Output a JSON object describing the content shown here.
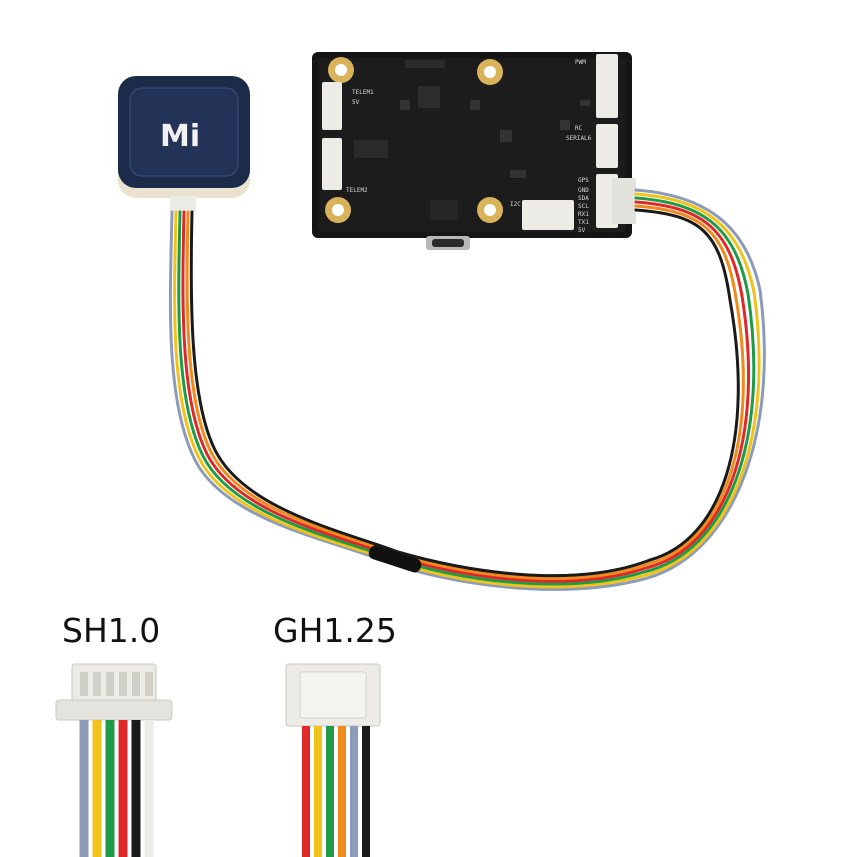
{
  "labels": {
    "sh": "SH1.0",
    "gh": "GH1.25"
  },
  "gps_module": {
    "logo_text": "Mi"
  },
  "board": {
    "silkscreen": {
      "pwm": "PWM",
      "telem1": "TELEM1",
      "telem2": "TELEM2",
      "rc": "RC",
      "serial6": "SERIAL6",
      "gps": "GPS",
      "i2c": "I2C",
      "gnd_5v": "5V",
      "gps_pins": [
        "GND",
        "SDA",
        "SCL",
        "RX1",
        "TX1",
        "5V"
      ]
    }
  },
  "colors": {
    "background": "#ffffff",
    "board": "#151515",
    "gold_pad": "#d8b35a",
    "module_top": "#1d2b4a",
    "module_base": "#e9e2cf",
    "wire_red": "#e0282a",
    "wire_yellow": "#f0c21a",
    "wire_green": "#1f9b47",
    "wire_orange": "#f08a1a",
    "wire_grey": "#9aa3ad",
    "wire_black": "#1a1a1a",
    "wire_blue_grey": "#8c9bb8",
    "connector_white": "#ecebe6"
  }
}
